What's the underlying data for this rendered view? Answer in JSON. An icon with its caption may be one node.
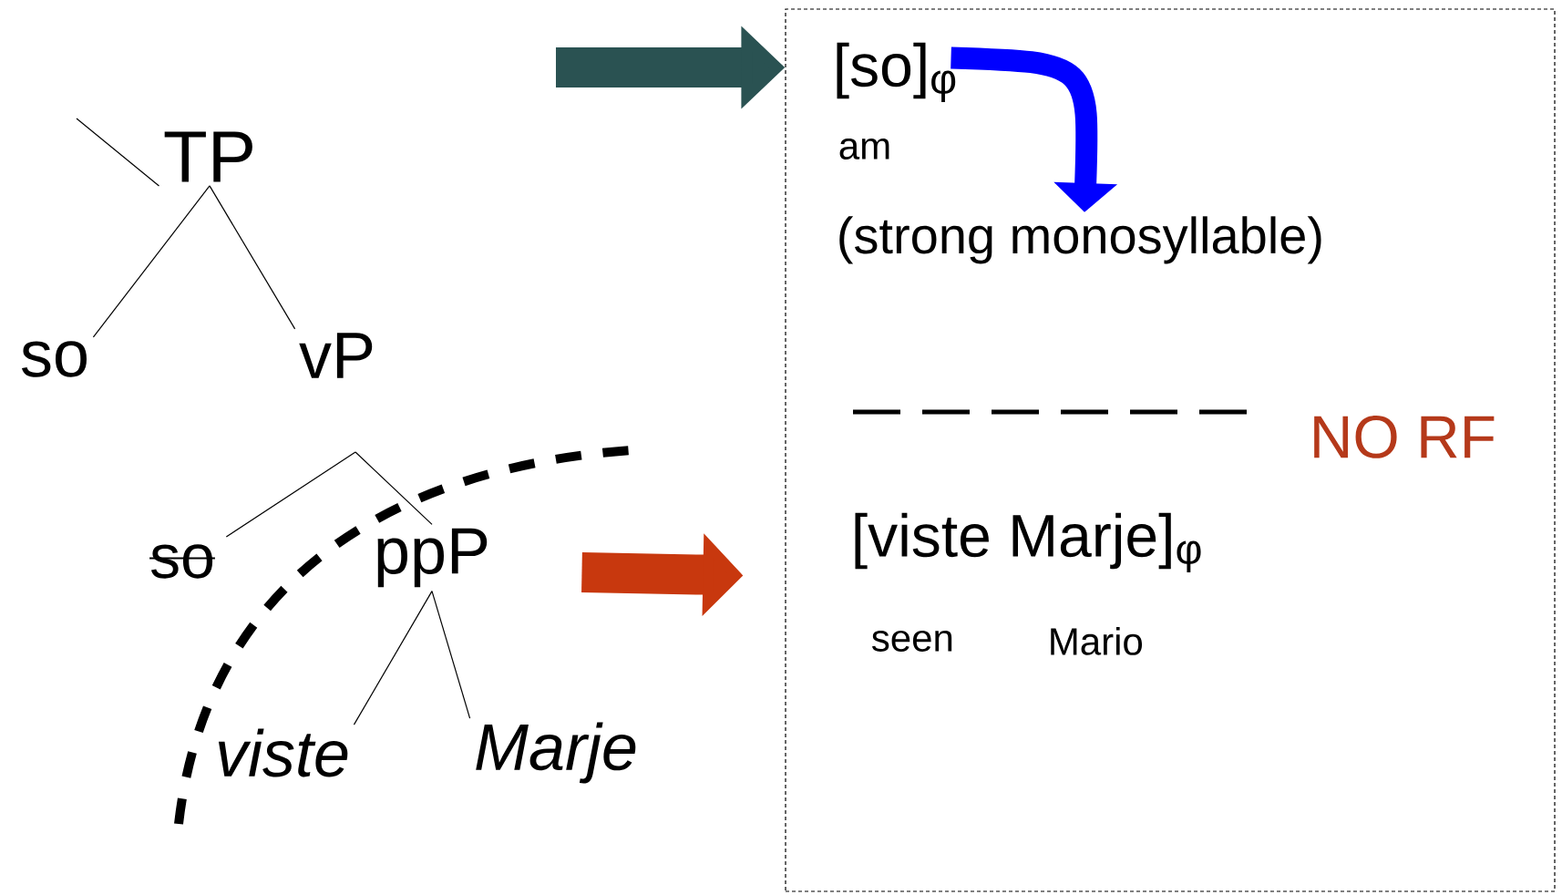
{
  "diagram": {
    "nodes": [
      {
        "text": [
          "TP"
        ]
      },
      {
        "text": [
          "so"
        ]
      },
      {
        "text": [
          "vP"
        ]
      },
      {
        "text": [
          "so"
        ]
      },
      {
        "text": [
          "ppP"
        ]
      },
      {
        "text": [
          "viste"
        ]
      },
      {
        "text": [
          "Marje"
        ]
      },
      {
        "text": [],
        "shape": "box"
      },
      {
        "text": [
          "[so]$_{φ}$"
        ],
        "in": 7
      },
      {
        "text": [
          "am"
        ],
        "in": 7
      },
      {
        "text": [
          "(strong monosyllable)"
        ],
        "in": 7
      },
      {
        "text": [
          "NO RF"
        ],
        "in": 7
      },
      {
        "text": [
          "[viste Marje]$_{φ}$"
        ],
        "in": 7
      },
      {
        "text": [
          "seen"
        ],
        "in": 7
      },
      {
        "text": [
          "Mario"
        ],
        "in": 7
      }
    ],
    "edges": [
      {
        "from": null,
        "to": 0,
        "arrow": "none"
      },
      {
        "from": 0,
        "to": 1,
        "arrow": "none"
      },
      {
        "from": 0,
        "to": 2,
        "arrow": "none"
      },
      {
        "from": null,
        "to": 3,
        "arrow": "none"
      },
      {
        "from": null,
        "to": 4,
        "arrow": "none"
      },
      {
        "from": 4,
        "to": 5,
        "arrow": "none"
      },
      {
        "from": 4,
        "to": 6,
        "arrow": "none"
      },
      {
        "from": null,
        "to": 7,
        "arrow": "to",
        "style": "thick",
        "color": "#2a5252"
      },
      {
        "from": 4,
        "to": 12,
        "arrow": "to",
        "style": "thick",
        "color": "#c8380e"
      },
      {
        "from": 8,
        "to": 10,
        "arrow": "to",
        "style": "thick",
        "color": "#0000ff"
      }
    ]
  }
}
